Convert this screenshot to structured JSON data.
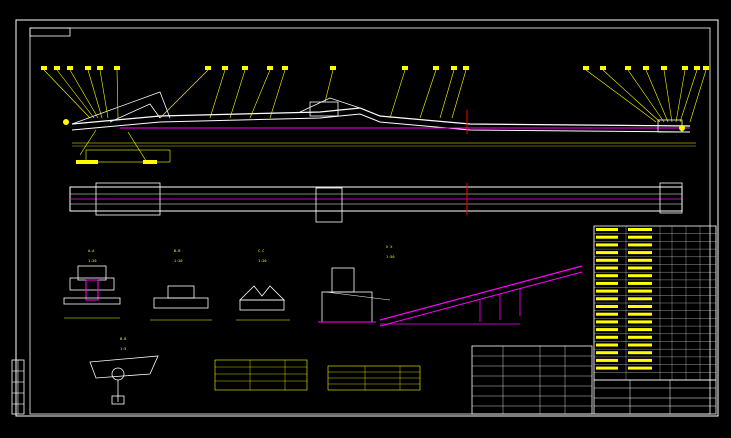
{
  "drawing": {
    "sheet_title": "",
    "section_labels": [
      "A-A",
      "B-B",
      "C-C",
      "X X"
    ],
    "section_scales": [
      "1:20",
      "1:20",
      "1:20",
      "1:50"
    ],
    "detail_label": "B-B",
    "detail_scale": "1:5",
    "dimension_total": "",
    "colors": {
      "background": "#000000",
      "frame": "#ffffff",
      "linework": "#ffffff",
      "annotation": "#ffff00",
      "magenta": "#ff00ff",
      "red": "#ff0000",
      "cyan": "#00ffff"
    }
  }
}
